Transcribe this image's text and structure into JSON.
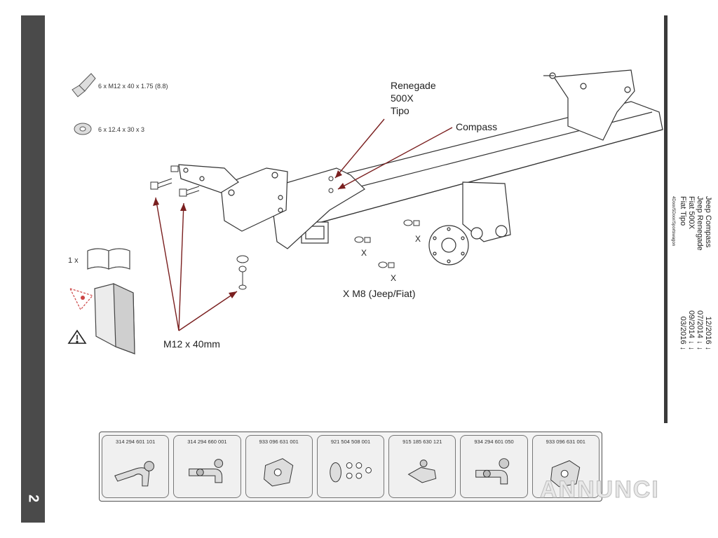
{
  "page": {
    "number": "2"
  },
  "hardware": {
    "bolt_spec": "6 x M12 x 40 x 1.75 (8.8)",
    "washer_spec": "6 x 12.4 x 30 x 3"
  },
  "manual": {
    "qty_label": "1 x"
  },
  "callouts": {
    "renegade_line1": "Renegade",
    "renegade_line2": "500X",
    "renegade_line3": "Tipo",
    "compass": "Compass",
    "x_marks": [
      "X",
      "X",
      "X"
    ],
    "m8_label": "X  M8 (Jeep/Fiat)",
    "m12_label": "M12 x 40mm"
  },
  "vehicles": [
    {
      "model": "Jeep Compass",
      "date": "12/2016 ↓"
    },
    {
      "model": "Jeep Renegade",
      "date": "07/2014 ↓ ↓"
    },
    {
      "model": "Fiat 500X",
      "date": "09/2014 ↓ ↓"
    },
    {
      "model": "Fiat Tipo",
      "model_suffix": "4Door/5Door/Sportswagon",
      "date": "03/2016 ↓"
    }
  ],
  "parts": [
    {
      "code": "314 294 601 101",
      "icon": "towball-neck-icon"
    },
    {
      "code": "314 294 660 001",
      "icon": "detachable-towball-icon"
    },
    {
      "code": "933 096 631 001",
      "icon": "bracket-icon"
    },
    {
      "code": "921 504 508 001",
      "icon": "socket-plate-icon"
    },
    {
      "code": "915 185 630 121",
      "icon": "lock-key-icon"
    },
    {
      "code": "934 294 601 050",
      "icon": "towball-assembly-icon"
    },
    {
      "code": "933 096 631 001",
      "icon": "bracket-icon"
    }
  ],
  "watermark": "ANNUNCI"
}
